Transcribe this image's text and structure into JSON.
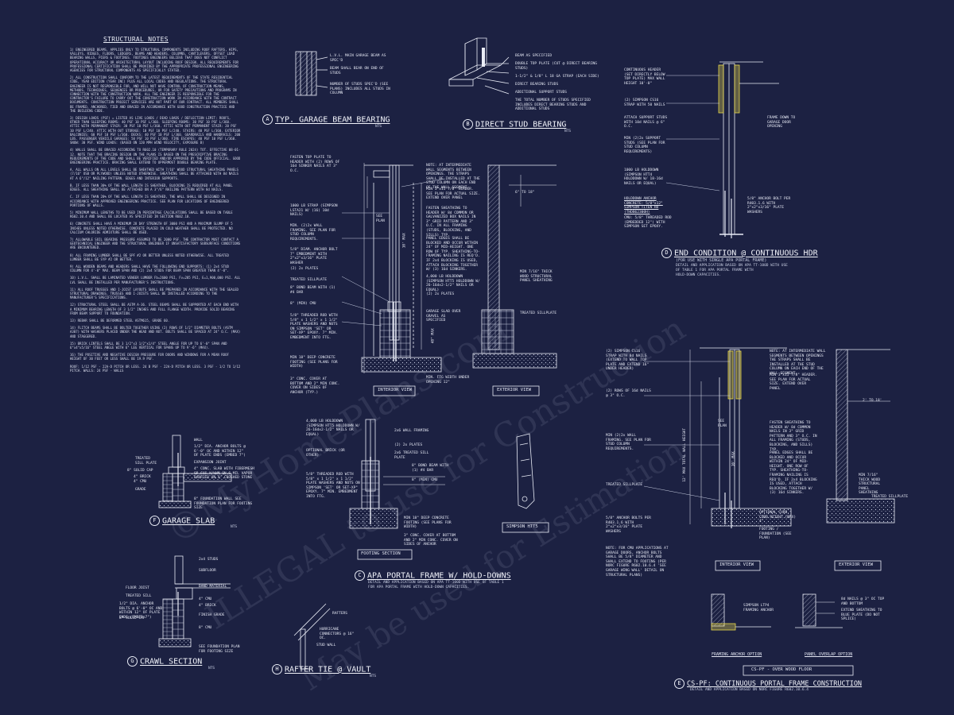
{
  "structural_notes": {
    "title": "STRUCTURAL NOTES",
    "paragraphs": [
      "1) ENGINEERED BEAMS, APPLIES ONLY TO STRUCTURAL COMPONENTS INCLUDING ROOF RAFTERS, HIPS, VALLEYS, RIDGES, FLOORS, LEDGERS, BEAMS AND HEADERS, COLUMNS, CANTILEVERS, OFFSET LOAD BEARING WALLS, PIERS & FOOTINGS. FOOTINGS ENGINEERS BELIEVE THAT DOES NOT CONFLICT OPERATIONAL ACCURACY OR ARCHITECTURAL LAYOUT INCLUDING ROOF DESIGN. ALL REQUIREMENTS FOR PROFESSIONAL CERTIFICATION SHALL BE PROVIDED BY THE APPROPRIATE PROFESSIONAL ENGINEERING AGENCIES FOR STRUCTURAL COMPONENTS AS SPECIFICALLY STATED.",
      "2) ALL CONSTRUCTION SHALL CONFORM TO THE LATEST REQUIREMENTS OF THE STATE RESIDENTIAL CODE, YEAR EDITION (YEAR INC) PLUS ALL LOCAL CODES AND REGULATIONS. THE STRUCTURAL ENGINEER IS NOT RESPONSIBLE FOR, AND WILL NOT HAVE CONTROL OF CONSTRUCTION MEANS, METHODS, TECHNIQUES, SEQUENCES OR PROCEDURES, OR FOR SAFETY PRECAUTIONS AND PROGRAMS IN CONNECTION WITH THE CONSTRUCTION WORK. ALL THE ENGINEER IS RESPONSIBLE FOR THE CONTRACTOR'S FAILURE TO CARRY OUT THE CONSTRUCTION WORK IN ACCORDANCE WITH THE CONTRACT DOCUMENTS. CONSTRUCTION PROJECT SERVICES ARE NOT PART OF OUR CONTRACT. ALL MEMBERS SHALL BE FRAMED, ANCHORED, TIED AND BRACED IN ACCORDANCE WITH GOOD CONSTRUCTION PRACTICE AND THE BUILDING CODE.",
      "3) DESIGN LOADS (PSF) = LISTED AS LIVE LOADS / DEAD LOADS / DEFLECTION LIMIT: ROOFS, OTHER THAN SLEEPING ROOMS: 40 PSF 10 PSF L/360. SLEEPING ROOMS: 30 PSF 10 PSF L/360. ATTIC WITH PERMANENT STAIR: 30 PSF 10 PSF L/360. ATTIC WITH OUT PERMANENT STAIR: 20 PSF 10 PSF L/240. ATTIC WITH OUT STORAGE: 10 PSF 10 PSF L/240. STAIRS: 40 PSF L/360. EXTERIOR BALCONIES: 60 PSF 10 PSF L/360. DECKS: 40 PSF 10 PSF L/360. GUARDRAILS AND HANDRAILS: 200 LBS. PASSENGER VEHICLE GARAGES: 50 PSF 10 PSF L/360. FIRE ESCAPES: 40 PSF 10 PSF L/360. SNOW: 30 PSF. WIND LOADS: (BASED ON 120 MPH WIND VELOCITY, EXPOSURE B)",
      "4) WALLS SHALL BE BRACED ACCORDING TO R602.10 (TEMPORARY RULE 2024) TOT. EFFECTIVE 08-01-12. NOTE THAT THE BRACING DESIGN ON THE PLANS IS BASED ON THE PRESCRIPTIVE BRACING REQUIREMENTS OF THE CODE AND SHALL BE VERIFIED AND/OR APPROVED BY THE CODE OFFICIAL. GOOD ENGINEERING PRACTICE. BRACING SHALL EXTEND TO UPPERMOST DOUBLE BEARING PLATE.",
      "A. ALL WALLS ON ALL LEVELS SHALL BE SHEATHED WITH 7/16\" WOOD STRUCTURAL SHEATHING PANELS (7/16\" OSB OR PLYWOOD) UNLESS NOTED OTHERWISE. SHEATHING SHALL BE ATTACHED WITH 8d NAILS AT A 6\"/12\" NAILING PATTERN. EDGES AND INTERIOR SUPPORTS.",
      "B. IF LESS THAN 30% OF THE WALL LENGTH IS SHEATHED, BLOCKING IS REQUIRED AT ALL PANEL EDGES. ALL SHEATHING SHALL BE ATTACHED ON A 3\"/6\" NAILING PATTERN WITH 8d NAILS.",
      "C. IF LESS THAN 20% OF THE WALL LENGTH IS SHEATHED, THE WALL SHALL BE DESIGNED IN ACCORDANCE WITH APPROVED ENGINEERING PRACTICE. SEE PLAN FOR LOCATIONS OF ENGINEERED PORTIONS OF WALLS.",
      "5) MINIMUM WALL LENGTHS TO BE USED IN PERCENTAGE CALCULATIONS SHALL BE BASED ON TABLE R602.10.4 AND SHALL BE LOCATED AS SPECIFIED IN SECTION R602.10.",
      "6) CONCRETE SHALL HAVE A MINIMUM 28 DAY STRENGTH OF 3000 PSI AND A MAXIMUM SLUMP OF 5 INCHES UNLESS NOTED OTHERWISE. CONCRETE PLACED IN COLD WEATHER SHALL BE PROTECTED. NO CALCIUM CHLORIDE ADMIXTURE SHALL BE USED.",
      "7) ALLOWABLE SOIL BEARING PRESSURE ASSUMED TO BE 2000 PSF. THE CONTRACTOR MUST CONTACT A GEOTECHNICAL ENGINEER AND THE STRUCTURAL ENGINEER IF UNSATISFACTORY SUBSURFACE CONDITIONS ARE ENCOUNTERED.",
      "8) ALL FRAMING LUMBER SHALL BE SPF #2 OR BETTER UNLESS NOTED OTHERWISE. ALL TREATED LUMBER SHALL BE SYP #2 OR BETTER.",
      "9) ALL WOODEN BEAMS AND HEADERS SHALL HAVE THE FOLLOWING END SUPPORTS: (1) 2x4 STUD COLUMN FOR 4'-0\" MAX. BEAM SPAN AND (2) 2x4 STUDS FOR BEAM SPAN GREATER THAN 4'-0\".",
      "10) L.V.L. SHALL BE LAMINATED VENEER LUMBER Fb=2600 PSI, Fv=285 PSI, E=1,900,000 PSI. ALL LVL SHALL BE INSTALLED PER MANUFACTURER'S INSTRUCTIONS.",
      "11) ALL ROOF TRUSSES AND I-JOIST LAYOUTS SHALL BE PREPARED IN ACCORDANCE WITH THE SEALED STRUCTURAL DRAWINGS. TRUSSES AND I-JOISTS SHALL BE INSTALLED ACCORDING TO THE MANUFACTURER'S SPECIFICATIONS.",
      "12) STRUCTURAL STEEL SHALL BE ASTM A-36. STEEL BEAMS SHALL BE SUPPORTED AT EACH END WITH A MINIMUM BEARING LENGTH OF 3 1/2\" INCHES AND FULL FLANGE WIDTH. PROVIDE SOLID BEARING FROM BEAM SUPPORT TO FOUNDATION.",
      "13) REBAR SHALL BE DEFORMED STEEL ASTM615, GRADE 60.",
      "14) FLITCH BEAMS SHALL BE BOLTED TOGETHER USING (2) ROWS OF 1/2\" DIAMETER BOLTS (ASTM A307) WITH WASHERS PLACED UNDER THE HEAD AND NUT. BOLTS SHALL BE SPACED AT 24\" O.C. (MAX) AND STAGGERED.",
      "15) BRICK LINTELS SHALL BE 3 1/2\"x3 1/2\"x1/4\" STEEL ANGLE FOR UP TO 6'-0\" SPAN AND 6\"x4\"x5/16\" STEEL ANGLE WITH 6\" LEG VERTICAL FOR SPANS UP TO 9'-6\" (MAX).",
      "16) THE POSITIVE AND NEGATIVE DESIGN PRESSURE FOR DOORS AND WINDOWS FOR A MEAN ROOF HEIGHT OF 30 FEET OR LESS SHALL BE 19.9 PSF.",
      "ROOF: 1/12 PSF - 22A-D PITCH OR LESS. 24 B PSF - 22A-D PITCH OR LESS. 3 PSF - 1/2 TO 1/12 PITCH. WALLS: 24 PSF - WALLS"
    ]
  },
  "details": {
    "A": {
      "letter": "A",
      "title": "TYP. GARAGE BEAM BEARING",
      "scale": "NTS",
      "labels": [
        "L.V.L. MAIN GARAGE BEAM AS SPEC'D",
        "BEAM SHALL BEAR ON END OF STUDS",
        "NUMBER OF STUDS SPEC'D (SEE PLANS) INCLUDES ALL STUDS IN COLUMN"
      ]
    },
    "B": {
      "letter": "B",
      "title": "DIRECT STUD BEARING",
      "scale": "NTS",
      "labels": [
        "BEAM AS SPECIFIED",
        "DOUBLE TOP PLATE (CUT @ DIRECT BEARING STUDS)",
        "1-1/2\" & 1/8\" L 18 GA STRAP (EACH SIDE)",
        "DIRECT BEARING STUDS",
        "ADDITIONAL SUPPORT STUDS",
        "THE TOTAL NUMBER OF STUDS SPECIFIED INCLUDES DIRECT BEARING STUDS AND ADDITIONAL STUDS"
      ]
    },
    "C": {
      "letter": "C",
      "title": "APA PORTAL FRAME W/ HOLD-DOWNS",
      "subtitle_lines": [
        "DETAIL AND APPLICATION BASED ON APA TT-100D WITH USE OF TABLE 1",
        "FOR APA PORTAL FRAME WITH HOLD-DOWN CAPACITIES."
      ],
      "left_labels": [
        "FASTEN TOP PLATE TO HEADER WITH (2) ROWS OF 16d SINKER NAILS AT 3\" O.C.",
        "1000 LB STRAP (SIMPSON LSTA21 W/ (16) 10d NAILS)",
        "MIN. (2)2x WALL FRAMING. SEE PLAN FOR STUD COLUMN REQUIREMENTS.",
        "5/8\" DIAM. ANCHOR BOLT 7\" EMBEDMENT WITH 2\"x2\"x3/16\" PLATE WASHER",
        "(2) 2x PLATES",
        "TREATED SILLPLATE",
        "8\" BOND BEAM WITH (1) #4 BAR",
        "8\" (MIN) CMU",
        "5/8\" THREADED ROD WITH 5/8\" x 1 1/2\" x 1 1/2\" PLATE WASHERS AND NUTS ON SIMPSON 'SET' OR SET-XP\" EPOXY. 7\" MIN. EMBEDMENT INTO FTG.",
        "MIN 18\" DEEP CONCRETE FOOTING (SEE PLANS FOR WIDTH)",
        "3\" CONC. COVER AT BOTTOM AND 2\" MIN CONC. COVER ON SIDES OF ANCHOR (TYP.)"
      ],
      "mid_labels": [
        "NOTE: AT INTERMEDIATE WALL SEGMENTS BETWEEN OPENINGS. THE STRAPS SHALL BE INSTALLED AT THE STUD COLUMN ON EACH END OF THE WALL SEGMENT.",
        "MIN 3\"x11 7/8\" HEADER. SEE PLAN FOR ACTUAL SIZE. EXTEND OVER PANEL",
        "FASTEN SHEATHING TO HEADER W/ 8d COMMON OR GALVANIZED BOX NAILS IN 3\" GRID PATTERN AND 3\" O.C. IN ALL FRAMING (STUDS, BLOCKING, AND SILLS) TYP.",
        "PANEL EDGES SHALL BE BLOCKED AND OCCUR WITHIN 24\" OF MID-HEIGHT. ONE ROW OF TYP. SHEATHING-TO-FRAMING NAILING IS REQ'D. IF 2x4 BLOCKING IS USED, ATTACH BLOCKING TOGETHER W/ (3) 16d SINKERS.",
        "4,000 LB HOLDDOWN (SIMPSON HTT5 HOLDDOWN W/ 26-16dx2-1/2\" NAILS OR EQUAL)",
        "(2) 2x PLATES",
        "GARAGE SLAB OVER GRAVEL AS SPECIFIED",
        "MIN 7/16\" THICK WOOD STRUCTURAL PANEL SHEATHING",
        "TREATED SILLPLATE"
      ],
      "interior_view": "INTERIOR VIEW",
      "exterior_view": "EXTERIOR VIEW",
      "see_plan": "SEE PLAN",
      "dim_top": "6\" TO 18\"",
      "dim_mid": "10' MAX",
      "dim_low": "48\" MAX",
      "ftg_note": "MIN. FTG WIDTH UNDER OPENING 12\"",
      "footing_section": "FOOTING SECTION",
      "simpson": "SIMPSON HTT5",
      "footing_labels": [
        "4,000 LB HOLDDOWN (SIMPSON HTT5 HOLDDOWN W/ 26-16dx2-1/2\" NAILS OR EQUAL)",
        "OPTIONAL BRICK (OR OTHER)",
        "5/8\" THREADED ROD WITH 5/8\" x 1 1/2\" x 1 1/2\" PLATE WASHERS AND NUTS ON SIMPSON 'SET' OR SET-XP\" EPOXY. 7\" MIN. EMBEDMENT INTO FTG.",
        "MIN 18\" DEEP CONCRETE FOOTING (SEE PLANS FOR WIDTH)",
        "3\" CONC. COVER AT BOTTOM AND 2\" MIN CONC. COVER ON SIDES OF ANCHOR",
        "2x6 WALL FRAMING",
        "(2) 2x PLATES",
        "2x6 TREATED SILL PLATE",
        "8\" BOND BEAM WITH (1) #4 BAR",
        "8\" (MIN) CMU"
      ]
    },
    "D": {
      "letter": "D",
      "title": "END CONDITION @ CONTINUOUS HDR",
      "subtitle_lines": [
        "(FOR USE WITH SINGLE APA PORTAL FRAME)",
        "DETAIL AND APPLICATION BASED ON APA TT-100D WITH USE",
        "OF TABLE 1 FOR APA PORTAL FRAME WITH",
        "HOLD-DOWN CAPACITIES."
      ],
      "labels": [
        "CONTINUOUS HEADER (SET DIRECTLY BELOW TOP PLATE) MAX WALL HEIGHT 10'-0\"",
        "(2) SIMPSON CS16 STRAP WITH 50 NAILS",
        "ATTACH SUPPORT STUDS WITH 10d NAILS @ 6\" O.C.",
        "MIN (2)2x SUPPORT STUDS (SEE PLAN FOR STUD COLUMN REQUIREMENTS)",
        "1000 LB HOLDDOWN (SIMPSON HTT4 HOLDDOWN W/ 18-16d NAILS OR EQUAL)",
        "HOLDDOWN ANCHOR CONCRETE: 5/8\"x12\" SIMPSON TITEN HD (THDB62300H)",
        "CMU: 5/8\" THREADED ROD (EMBEDDED 12\") WITH SIMPSON SET EPOXY.",
        "FRAME DOWN TO GARAGE DOOR OPENING",
        "5/8\" ANCHOR BOLT PER R403.1.6 WITH 2\"x2\"x3/16\" PLATE WASHERS"
      ]
    },
    "E": {
      "letter": "E",
      "title": "CS-PF: CONTINUOUS PORTAL FRAME CONSTRUCTION",
      "subtitle_lines": [
        "DETAIL AND APPLICATION BASED ON NORC FIGURE R602.10.6.4"
      ],
      "left_labels": [
        "(2) SIMPSON CS16 STRAP WITH 8d NAILS (EXTEND TO WALL TOP PLATE AND EXTEND 16\" UNDER HEADER)",
        "(2) ROWS OF 16d NAILS @ 3\" O.C.",
        "MIN (2)2x WALL FRAMING. SEE PLAN FOR STUD COLUMN REQUIREMENTS.",
        "TREATED SILLPLATE",
        "5/8\" ANCHOR BOLTS PER R403.1.6 WITH 2\"x2\"x3/16\" PLATE WASHERS",
        "NOTE: FOR CMU APPLICATIONS AT GARAGE DOORS, ANCHOR BOLTS SHALL BE 5/8\" DIAMETER AND SHALL EXTEND TO FOOTING (PER NORC FIGURE R602.10.6.4 'SEE GARAGE WING WALL' DETAIL ON STRUCTURAL PLANS)"
      ],
      "mid_labels": [
        "NOTE: AT INTERMEDIATE WALL SEGMENTS BETWEEN OPENINGS THE STRAPS SHALL BE INSTALLED AT THE STUD COLUMN ON EACH END OF THE WALL SEGMENT.",
        "MIN 3\"x11 7/8\" HEADER. SEE PLAN FOR ACTUAL SIZE. EXTEND OVER PANEL",
        "FASTEN SHEATHING TO HEADER W/ 8d COMMON NAILS IN 3\" GRID PATTERN AND 3\" O.C. IN ALL FRAMING (STUDS, BLOCKING, AND SILLS) TYP.",
        "PANEL EDGES SHALL BE BLOCKED AND OCCUR WITHIN 24\" OF MID-HEIGHT. ONE ROW OF TYP. SHEATHING-TO-FRAMING NAILING IS REQ'D. IF 2x4 BLOCKING IS USED, ATTACH BLOCKING TOGETHER W/ (3) 16d SINKERS.",
        "OPTIONAL CURB. CURB HEIGHT (MAX) 4\"",
        "FOOTING / FOUNDATION (SEE PLAN)",
        "MIN 7/16\" THICK WOOD STRUCTURAL PANEL SHEATHING",
        "TREATED SILLPLATE"
      ],
      "interior_view": "INTERIOR VIEW",
      "exterior_view": "EXTERIOR VIEW",
      "see_plan": "SEE PLAN",
      "dim_top": "2' TO 18'",
      "wall_height": "12' MAX TOTAL WALL HEIGHT",
      "dim_mid": "10' MAX",
      "framing_anchor_option": "FRAMING ANCHOR OPTION",
      "panel_overlap_option": "PANEL OVERLAP OPTION",
      "framing_anchor_label": "SIMPSON LTP4 FRAMING ANCHOR",
      "overlap_labels": [
        "8d NAILS @ 3\" OC TOP AND BOTTOM",
        "EXTEND SHEATHING TO BLUE PLATE (DO NOT SPLICE)"
      ],
      "bar": "CS-PF - OVER WOOD FLOOR"
    },
    "F": {
      "letter": "F",
      "title": "GARAGE SLAB",
      "scale": "NTS",
      "labels": [
        "WALL",
        "1/2\" DIA. ANCHOR BOLTS @ 6'-0\" OC AND WITHIN 12\" OF PLATE ENDS (EMBED 7\")",
        "EXPANSION JOINT",
        "4\" CONC. SLAB WITH FIBERMESH OR 6X6 W/WWM ON 6 MIL VAPOR BARRIER ON 4\" CRUSHED STONE",
        "8\" FOUNDATION WALL SEE FOUNDATION PLAN FOR FOOTING SIZE",
        "TREATED SILL PLATE",
        "8\" SOLID CAP",
        "4\" BRICK",
        "4\" CMU",
        "GRADE"
      ]
    },
    "G": {
      "letter": "G",
      "title": "CRAWL SECTION",
      "scale": "NTS",
      "labels": [
        "2x4 STUDS",
        "SUBFLOOR",
        "FLOOR JOIST",
        "BAND MATERIAL",
        "TREATED SILL",
        "1/2\" DIA. ANCHOR BOLTS @ 6'-0\" OC AND WITHIN 12\" OF PLATE ENDS (EMBED 7\")",
        "4\" CMU",
        "4\" BRICK",
        "8\" SOLID CAP",
        "FINISH GRADE",
        "8\" CMU",
        "SEE FOUNDATION PLAN FOR FOOTING SIZE"
      ]
    },
    "H": {
      "letter": "H",
      "title": "RAFTER TIE @ VAULT",
      "scale": "NTS",
      "labels": [
        "RAFTERS",
        "HURRICANE CONNECTORS @ 16\" OC.",
        "STUD WALL"
      ]
    }
  },
  "watermark": {
    "lines": [
      "©MyHomePlans.com",
      "ILLEGAL to use for Construction",
      "May be used for Estimation"
    ]
  },
  "colors": {
    "background": "#1c2142",
    "line": "#e9ecf6",
    "highlight": "#e8d84a",
    "grid": "#9aa0bf"
  }
}
